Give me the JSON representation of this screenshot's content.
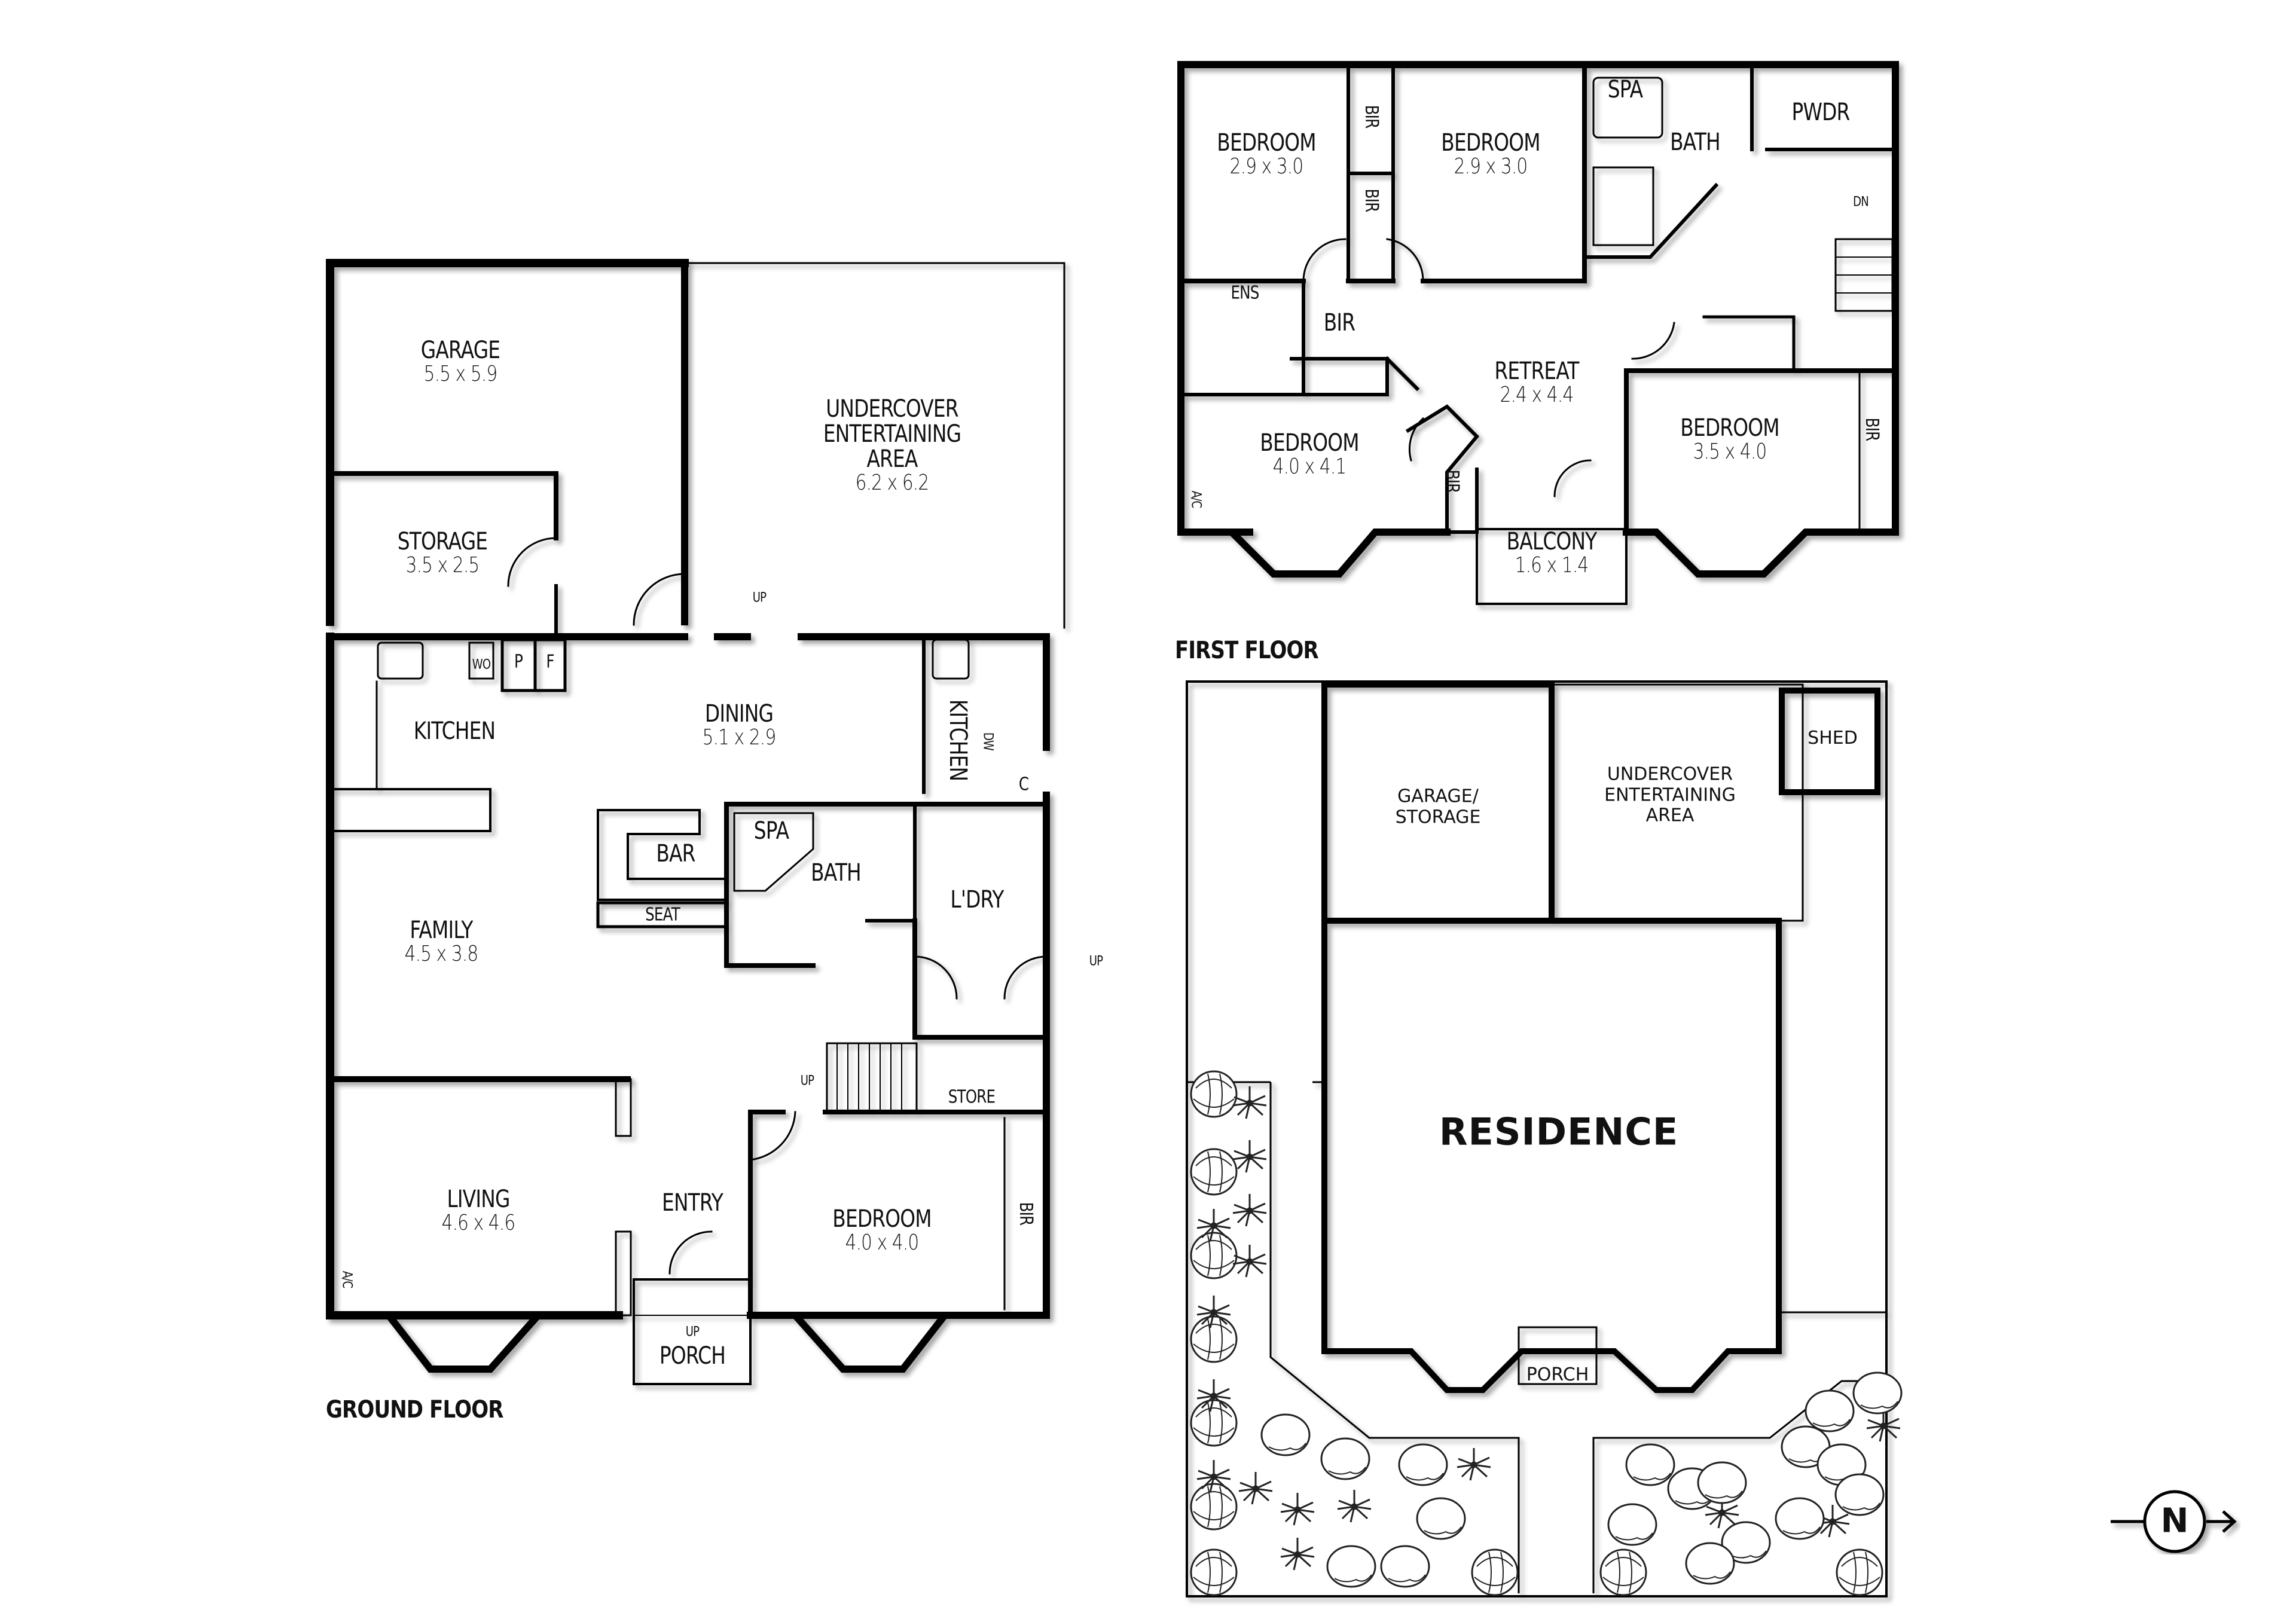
{
  "ground_floor": {
    "title": "GROUND FLOOR",
    "rooms": {
      "garage": {
        "name": "GARAGE",
        "dim": "5.5 x 5.9"
      },
      "storage": {
        "name": "STORAGE",
        "dim": "3.5 x 2.5"
      },
      "undercover": {
        "name_l1": "UNDERCOVER",
        "name_l2": "ENTERTAINING",
        "name_l3": "AREA",
        "dim": "6.2 x 6.2"
      },
      "kitchen": {
        "name": "KITCHEN"
      },
      "dining": {
        "name": "DINING",
        "dim": "5.1 x 2.9"
      },
      "kitchen2": {
        "name": "KITCHEN"
      },
      "family": {
        "name": "FAMILY",
        "dim": "4.5 x 3.8"
      },
      "bar": {
        "name": "BAR"
      },
      "seat": {
        "name": "SEAT"
      },
      "spa": {
        "name": "SPA"
      },
      "bath": {
        "name": "BATH"
      },
      "laundry": {
        "name": "L'DRY"
      },
      "living": {
        "name": "LIVING",
        "dim": "4.6 x 4.6"
      },
      "entry": {
        "name": "ENTRY"
      },
      "bedroom": {
        "name": "BEDROOM",
        "dim": "4.0 x 4.0"
      },
      "porch": {
        "name": "PORCH"
      },
      "store": {
        "name": "STORE"
      }
    },
    "fixtures": {
      "wo": "WO",
      "p": "P",
      "f": "F",
      "dw": "DW",
      "c": "C",
      "bir": "BIR",
      "ac": "A/C",
      "up_rear": "UP",
      "up_side": "UP",
      "up_stair": "UP",
      "up_porch": "UP"
    }
  },
  "first_floor": {
    "title": "FIRST FLOOR",
    "rooms": {
      "bedroom1": {
        "name": "BEDROOM",
        "dim": "2.9 x 3.0"
      },
      "bedroom2": {
        "name": "BEDROOM",
        "dim": "2.9 x 3.0"
      },
      "spa": {
        "name": "SPA"
      },
      "bath": {
        "name": "BATH"
      },
      "pwdr": {
        "name": "PWDR"
      },
      "ens": {
        "name": "ENS"
      },
      "retreat": {
        "name": "RETREAT",
        "dim": "2.4 x 4.4"
      },
      "bedroom3": {
        "name": "BEDROOM",
        "dim": "4.0 x 4.1"
      },
      "bedroom4": {
        "name": "BEDROOM",
        "dim": "3.5 x 4.0"
      },
      "balcony": {
        "name": "BALCONY",
        "dim": "1.6 x 1.4"
      }
    },
    "fixtures": {
      "bir_top1": "BIR",
      "bir_top2": "BIR",
      "bir_mid": "BIR",
      "bir_left": "BIR",
      "bir_right": "BIR",
      "ac": "A/C",
      "dn": "DN"
    }
  },
  "site_plan": {
    "garage_storage_l1": "GARAGE/",
    "garage_storage_l2": "STORAGE",
    "undercover_l1": "UNDERCOVER",
    "undercover_l2": "ENTERTAINING",
    "undercover_l3": "AREA",
    "shed": "SHED",
    "residence": "RESIDENCE",
    "porch": "PORCH"
  },
  "compass": {
    "label": "N",
    "icon": "north-arrow-icon"
  }
}
